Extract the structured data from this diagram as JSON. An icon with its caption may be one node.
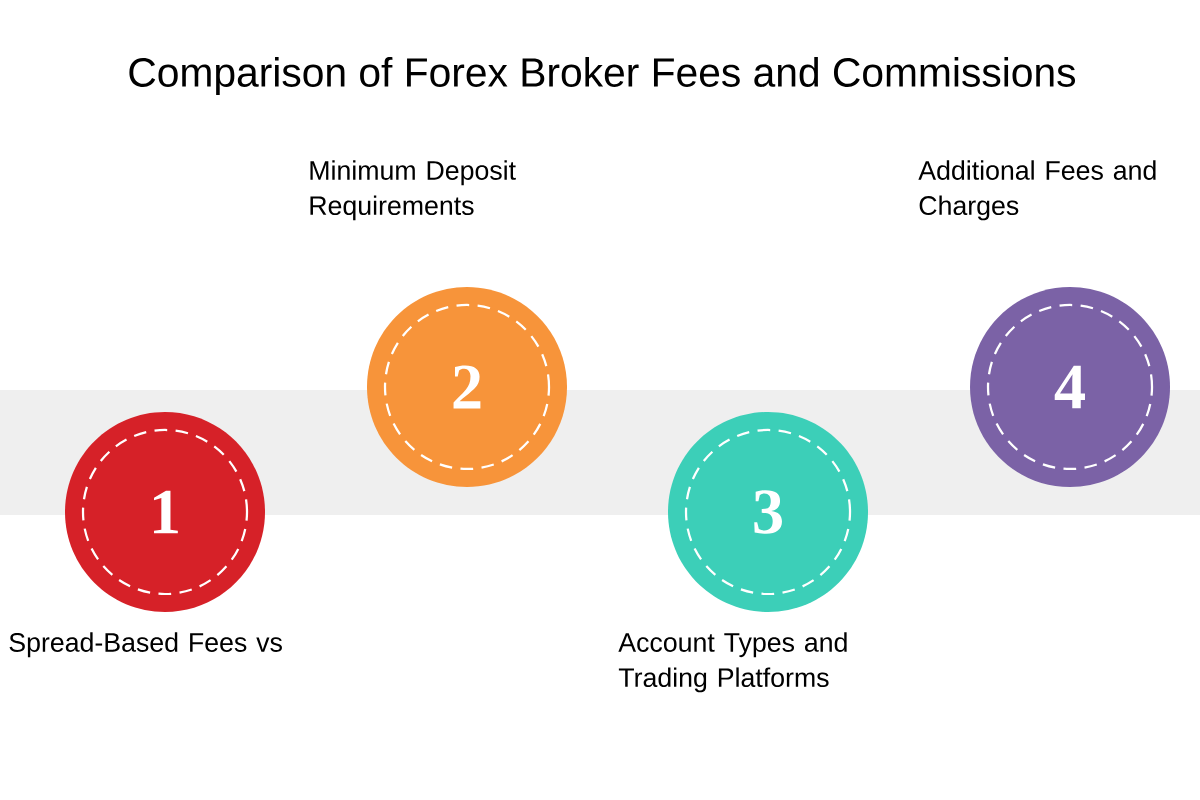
{
  "diagram": {
    "title": "Comparison of Forex Broker Fees and Commissions",
    "nodes": [
      {
        "text": [],
        "shape": "bar"
      },
      {
        "text": [
          "1"
        ],
        "beside": [
          "Spread-Based Fees vs"
        ]
      },
      {
        "text": [
          "2"
        ],
        "beside": [
          "Minimum Deposit Requirements"
        ]
      },
      {
        "text": [
          "3"
        ],
        "beside": [
          "Account Types and Trading Platforms"
        ]
      },
      {
        "text": [
          "4"
        ],
        "beside": [
          "Additional Fees and Charges"
        ]
      }
    ]
  }
}
